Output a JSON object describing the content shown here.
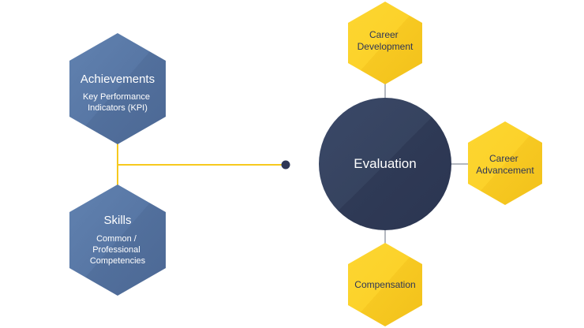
{
  "colors": {
    "blue_hex": "#5a7aa8",
    "blue_hex_dark": "#4a6592",
    "yellow_hex": "#fcd22a",
    "yellow_hex_dark": "#f3c11a",
    "navy": "#33405f",
    "navy_dark": "#2a3652",
    "connector_yellow": "#f6c91e",
    "connector_gray": "#9aa0aa",
    "dot": "#2e3656"
  },
  "left_nodes": [
    {
      "id": "achievements",
      "title": "Achievements",
      "subtitle_lines": [
        "Key Performance",
        "Indicators (KPI)"
      ]
    },
    {
      "id": "skills",
      "title": "Skills",
      "subtitle_lines": [
        "Common /",
        "Professional",
        "Competencies"
      ]
    }
  ],
  "center_node": {
    "label": "Evaluation"
  },
  "right_nodes": [
    {
      "id": "career-development",
      "label_lines": [
        "Career",
        "Development"
      ]
    },
    {
      "id": "career-advancement",
      "label_lines": [
        "Career",
        "Advancement"
      ]
    },
    {
      "id": "compensation",
      "label_lines": [
        "Compensation"
      ]
    }
  ]
}
